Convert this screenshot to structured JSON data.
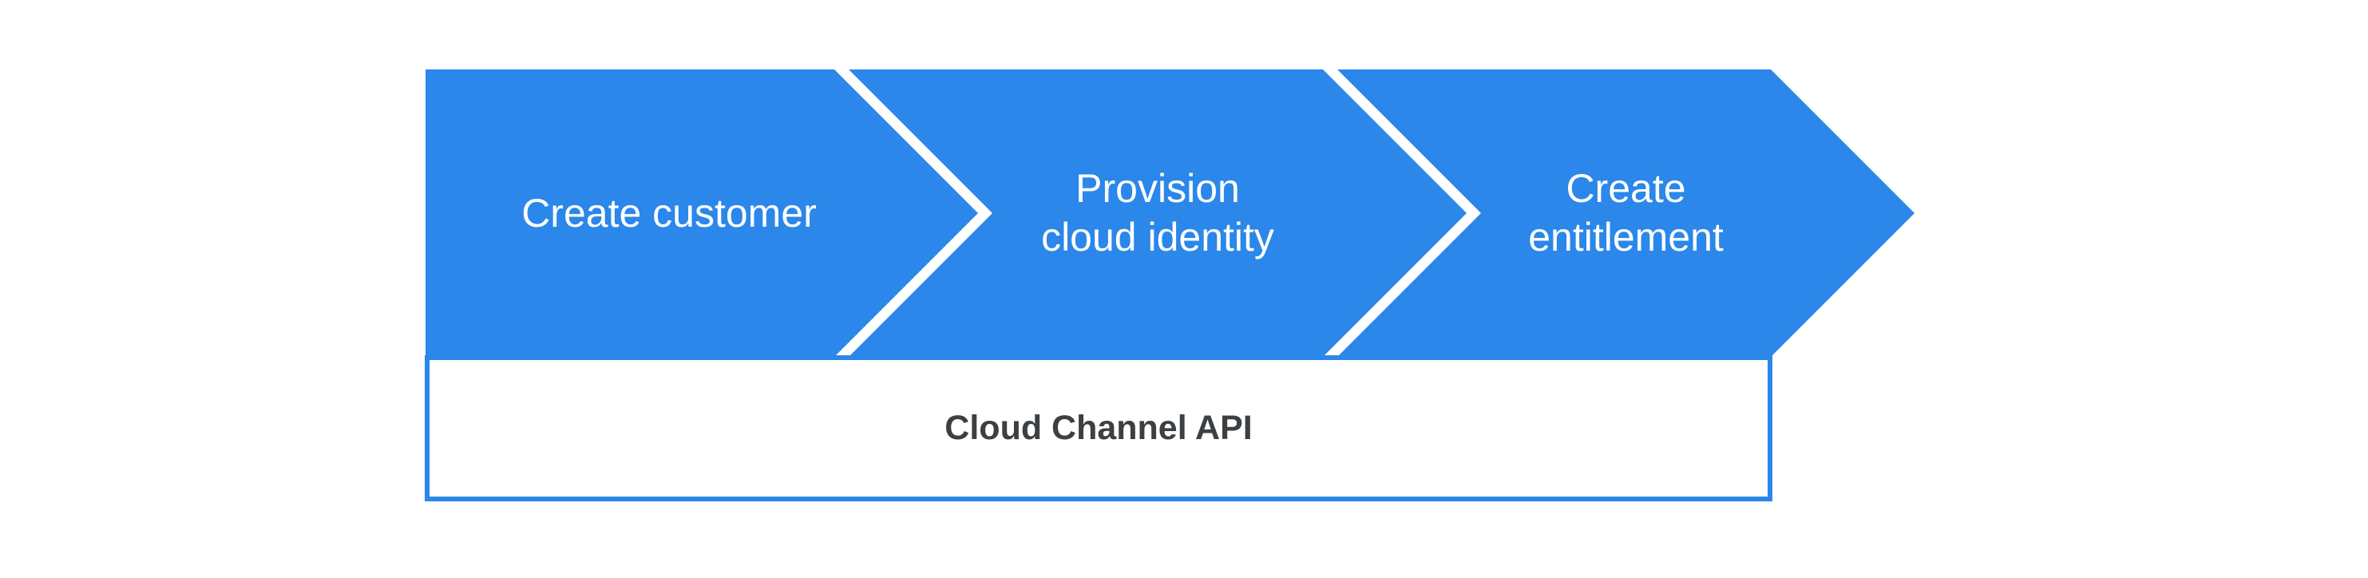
{
  "diagram": {
    "type": "process-flow",
    "description": "Three-step chevron flow over an API band",
    "flow": {
      "steps": [
        {
          "id": "create-customer",
          "lines": [
            "Create customer"
          ]
        },
        {
          "id": "provision-cloud-identity",
          "lines": [
            "Provision",
            "cloud identity"
          ]
        },
        {
          "id": "create-entitlement",
          "lines": [
            "Create",
            "entitlement"
          ]
        }
      ],
      "api_box": {
        "label": "Cloud Channel API"
      }
    }
  },
  "colors": {
    "accent": "#2b87e9",
    "step-text": "#ffffff",
    "label-gray": "#3c4043",
    "bg": "#ffffff"
  }
}
